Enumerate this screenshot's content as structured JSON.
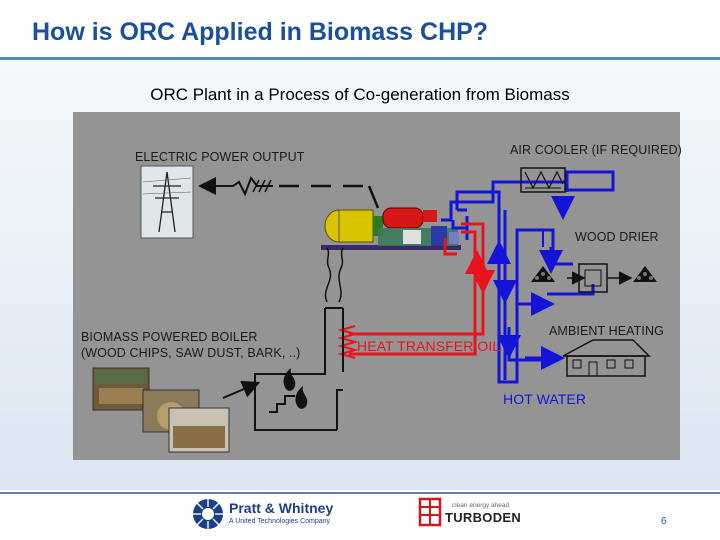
{
  "slide": {
    "title": "How is ORC Applied in Biomass CHP?",
    "subtitle": "ORC Plant in a Process of Co-generation from Biomass",
    "page_number": "6"
  },
  "diagram": {
    "labels": {
      "electric_output": "ELECTRIC POWER OUTPUT",
      "air_cooler": "AIR COOLER (IF REQUIRED)",
      "wood_drier": "WOOD DRIER",
      "ambient_heating": "AMBIENT HEATING",
      "boiler_line1": "BIOMASS POWERED BOILER",
      "boiler_line2": "(WOOD CHIPS, SAW DUST, BARK, ..)",
      "heat_transfer_oil": "HEAT TRANSFER OIL",
      "hot_water": "HOT WATER"
    },
    "colors": {
      "oil_loop": "#e8141c",
      "water_loop": "#1414d8",
      "panel_bg": "#949494"
    }
  },
  "footer": {
    "pw_name": "Pratt & Whitney",
    "pw_tagline": "A United Technologies Company",
    "turboden_tagline": "clean energy ahead",
    "turboden_name": "TURBODEN"
  }
}
